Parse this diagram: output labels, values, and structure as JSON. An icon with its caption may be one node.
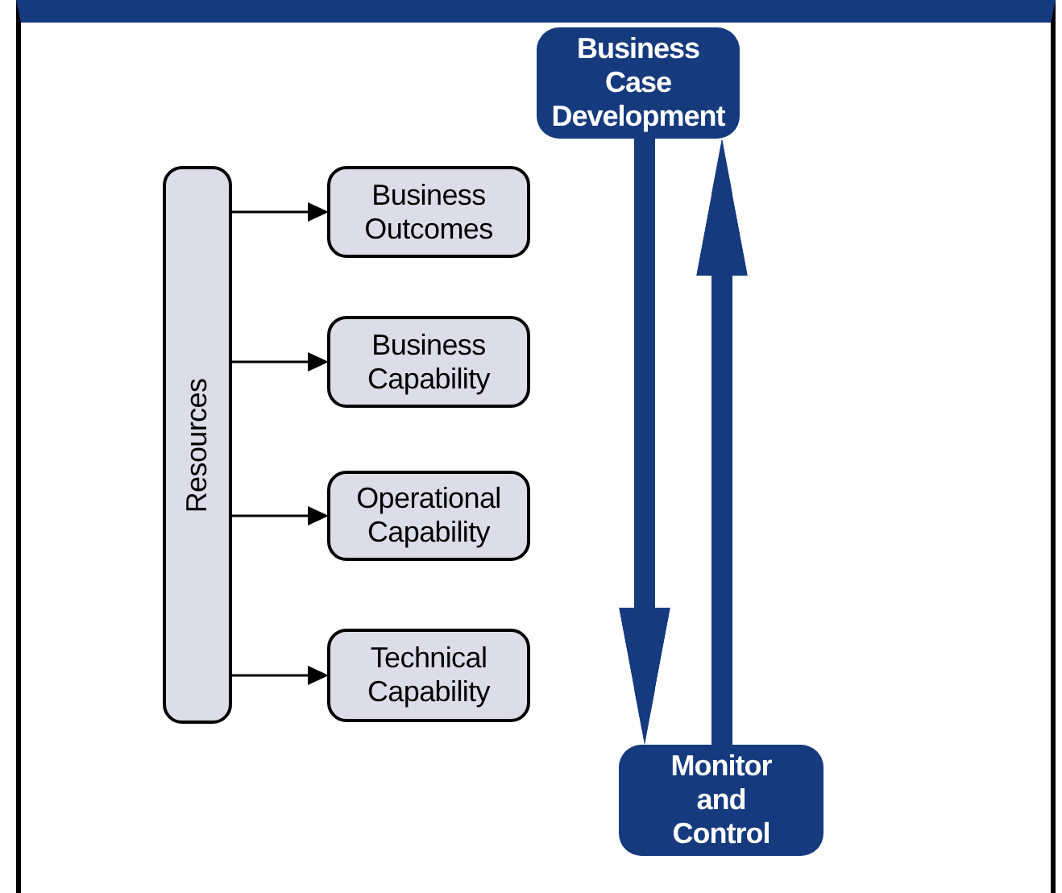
{
  "diagram": {
    "nodes": [
      {
        "text": [
          "Business Case Development"
        ]
      },
      {
        "text": [
          "Resources"
        ]
      },
      {
        "text": [
          "Business Outcomes"
        ]
      },
      {
        "text": [
          "Business Capability"
        ]
      },
      {
        "text": [
          "Operational Capability"
        ]
      },
      {
        "text": [
          "Technical Capability"
        ]
      },
      {
        "text": [
          "Monitor and Control"
        ]
      }
    ],
    "edges": [
      {
        "from": 1,
        "to": 2,
        "arrow": "to"
      },
      {
        "from": 1,
        "to": 3,
        "arrow": "to"
      },
      {
        "from": 1,
        "to": 4,
        "arrow": "to"
      },
      {
        "from": 1,
        "to": 5,
        "arrow": "to"
      },
      {
        "from": 0,
        "to": 6,
        "arrow": "to",
        "style": "thick",
        "color": "#163a7e"
      },
      {
        "from": 6,
        "to": 0,
        "arrow": "to",
        "style": "thick",
        "color": "#163a7e"
      }
    ]
  }
}
